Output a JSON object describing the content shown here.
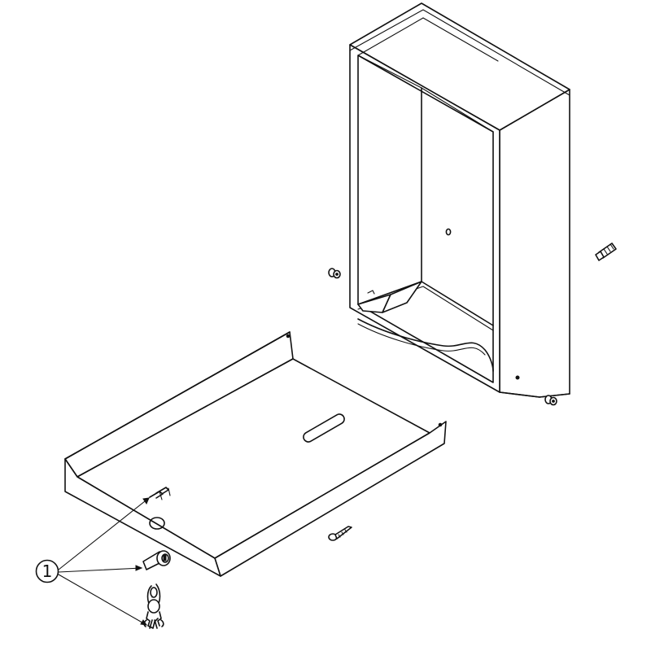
{
  "callout": {
    "number": "1",
    "targets": [
      "lock-clip",
      "cam-lock",
      "key-set"
    ]
  },
  "parts": [
    "cabinet-housing",
    "base-tray",
    "wall-anchor",
    "mounting-screw",
    "wall-bumper-left",
    "wall-bumper-right",
    "lock-clip",
    "cam-lock",
    "key-set"
  ],
  "colors": {
    "line": "#111111",
    "background": "#ffffff"
  }
}
